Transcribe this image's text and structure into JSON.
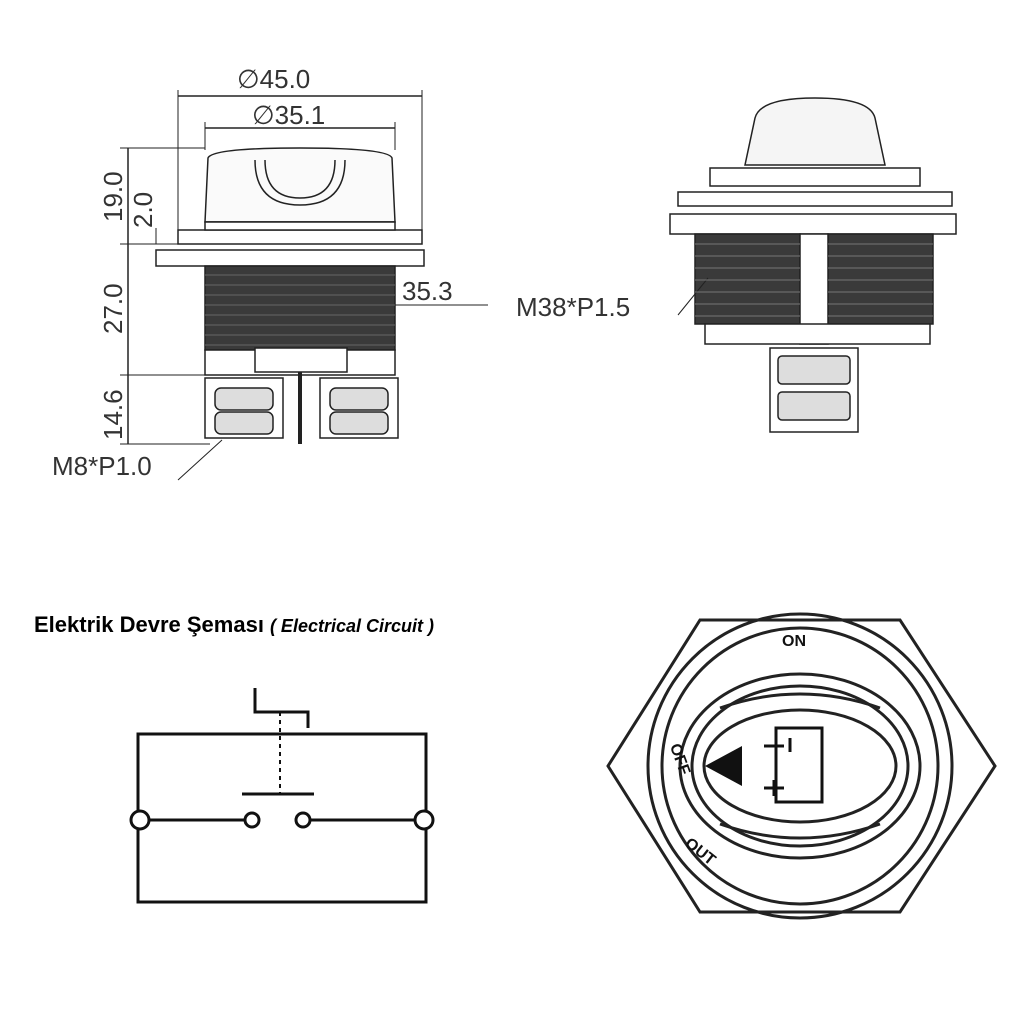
{
  "dimensions": {
    "outer_diameter": "∅45.0",
    "inner_diameter": "∅35.1",
    "height_total": "19.0",
    "flange_thickness": "2.0",
    "body_height": "27.0",
    "body_width": "35.3",
    "terminal_height": "14.6",
    "terminal_thread": "M8*P1.0",
    "body_thread": "M38*P1.5"
  },
  "circuit": {
    "title": "Elektrik Devre Şeması",
    "subtitle": "( Electrical Circuit )"
  },
  "knob": {
    "on_label": "ON",
    "off_label": "OFF",
    "out_label": "OUT"
  }
}
